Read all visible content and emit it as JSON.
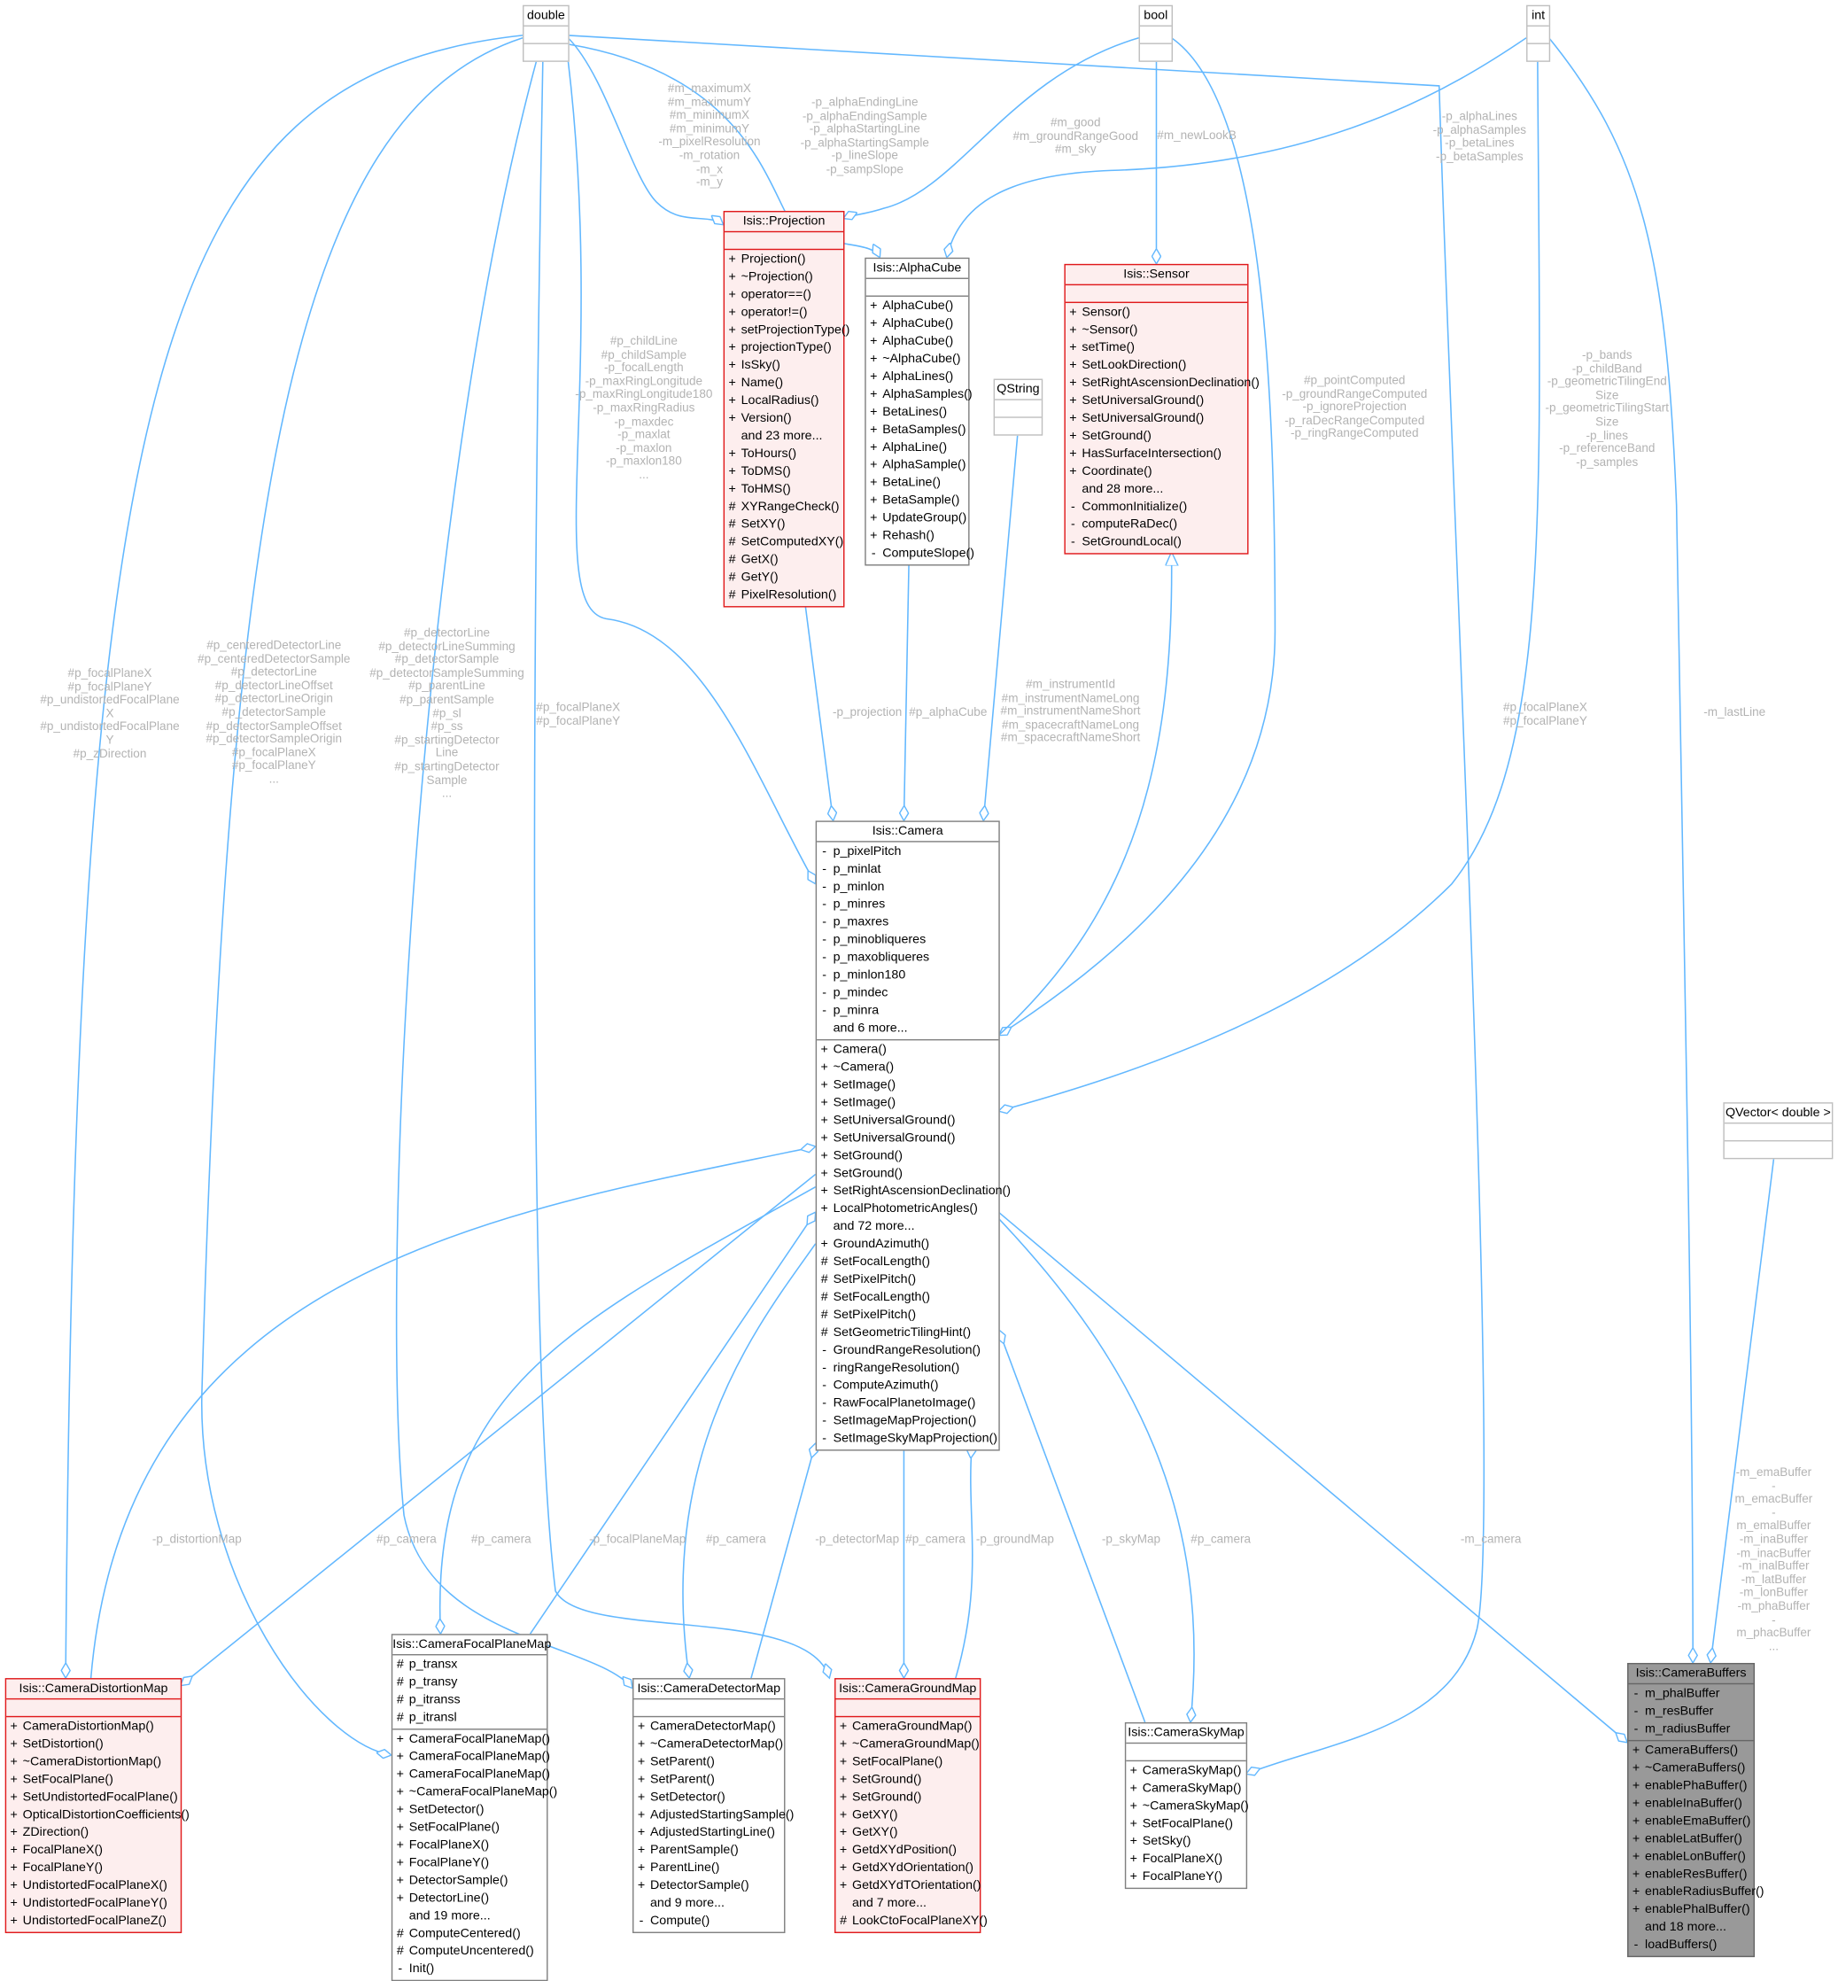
{
  "classes": {
    "double": {
      "title": "double",
      "style": "plain",
      "attributes": [],
      "methods": []
    },
    "bool": {
      "title": "bool",
      "style": "plain",
      "attributes": [],
      "methods": []
    },
    "int": {
      "title": "int",
      "style": "plain",
      "attributes": [],
      "methods": []
    },
    "qstring": {
      "title": "QString",
      "style": "plain",
      "attributes": [],
      "methods": []
    },
    "qvector": {
      "title": "QVector< double >",
      "style": "plain",
      "attributes": [],
      "methods": []
    },
    "projection": {
      "title": "Isis::Projection",
      "style": "red",
      "attributes": [],
      "methods": [
        [
          "+",
          "Projection()"
        ],
        [
          "+",
          "~Projection()"
        ],
        [
          "+",
          "operator==()"
        ],
        [
          "+",
          "operator!=()"
        ],
        [
          "+",
          "setProjectionType()"
        ],
        [
          "+",
          "projectionType()"
        ],
        [
          "+",
          "IsSky()"
        ],
        [
          "+",
          "Name()"
        ],
        [
          "+",
          "LocalRadius()"
        ],
        [
          "+",
          "Version()"
        ],
        [
          "",
          "and 23 more..."
        ],
        [
          "+",
          "ToHours()"
        ],
        [
          "+",
          "ToDMS()"
        ],
        [
          "+",
          "ToHMS()"
        ],
        [
          "#",
          "XYRangeCheck()"
        ],
        [
          "#",
          "SetXY()"
        ],
        [
          "#",
          "SetComputedXY()"
        ],
        [
          "#",
          "GetX()"
        ],
        [
          "#",
          "GetY()"
        ],
        [
          "#",
          "PixelResolution()"
        ]
      ]
    },
    "alphacube": {
      "title": "Isis::AlphaCube",
      "style": "normal",
      "attributes": [],
      "methods": [
        [
          "+",
          "AlphaCube()"
        ],
        [
          "+",
          "AlphaCube()"
        ],
        [
          "+",
          "AlphaCube()"
        ],
        [
          "+",
          "~AlphaCube()"
        ],
        [
          "+",
          "AlphaLines()"
        ],
        [
          "+",
          "AlphaSamples()"
        ],
        [
          "+",
          "BetaLines()"
        ],
        [
          "+",
          "BetaSamples()"
        ],
        [
          "+",
          "AlphaLine()"
        ],
        [
          "+",
          "AlphaSample()"
        ],
        [
          "+",
          "BetaLine()"
        ],
        [
          "+",
          "BetaSample()"
        ],
        [
          "+",
          "UpdateGroup()"
        ],
        [
          "+",
          "Rehash()"
        ],
        [
          "-",
          "ComputeSlope()"
        ]
      ]
    },
    "sensor": {
      "title": "Isis::Sensor",
      "style": "red",
      "attributes": [],
      "methods": [
        [
          "+",
          "Sensor()"
        ],
        [
          "+",
          "~Sensor()"
        ],
        [
          "+",
          "setTime()"
        ],
        [
          "+",
          "SetLookDirection()"
        ],
        [
          "+",
          "SetRightAscensionDeclination()"
        ],
        [
          "+",
          "SetUniversalGround()"
        ],
        [
          "+",
          "SetUniversalGround()"
        ],
        [
          "+",
          "SetGround()"
        ],
        [
          "+",
          "HasSurfaceIntersection()"
        ],
        [
          "+",
          "Coordinate()"
        ],
        [
          "",
          "and 28 more..."
        ],
        [
          "-",
          "CommonInitialize()"
        ],
        [
          "-",
          "computeRaDec()"
        ],
        [
          "-",
          "SetGroundLocal()"
        ]
      ]
    },
    "camera": {
      "title": "Isis::Camera",
      "style": "normal",
      "attributes": [
        [
          "-",
          "p_pixelPitch"
        ],
        [
          "-",
          "p_minlat"
        ],
        [
          "-",
          "p_minlon"
        ],
        [
          "-",
          "p_minres"
        ],
        [
          "-",
          "p_maxres"
        ],
        [
          "-",
          "p_minobliqueres"
        ],
        [
          "-",
          "p_maxobliqueres"
        ],
        [
          "-",
          "p_minlon180"
        ],
        [
          "-",
          "p_mindec"
        ],
        [
          "-",
          "p_minra"
        ],
        [
          "",
          "and 6 more..."
        ]
      ],
      "methods": [
        [
          "+",
          "Camera()"
        ],
        [
          "+",
          "~Camera()"
        ],
        [
          "+",
          "SetImage()"
        ],
        [
          "+",
          "SetImage()"
        ],
        [
          "+",
          "SetUniversalGround()"
        ],
        [
          "+",
          "SetUniversalGround()"
        ],
        [
          "+",
          "SetGround()"
        ],
        [
          "+",
          "SetGround()"
        ],
        [
          "+",
          "SetRightAscensionDeclination()"
        ],
        [
          "+",
          "LocalPhotometricAngles()"
        ],
        [
          "",
          "and 72 more..."
        ],
        [
          "+",
          "GroundAzimuth()"
        ],
        [
          "#",
          "SetFocalLength()"
        ],
        [
          "#",
          "SetPixelPitch()"
        ],
        [
          "#",
          "SetFocalLength()"
        ],
        [
          "#",
          "SetPixelPitch()"
        ],
        [
          "#",
          "SetGeometricTilingHint()"
        ],
        [
          "-",
          "GroundRangeResolution()"
        ],
        [
          "-",
          "ringRangeResolution()"
        ],
        [
          "-",
          "ComputeAzimuth()"
        ],
        [
          "-",
          "RawFocalPlanetoImage()"
        ],
        [
          "-",
          "SetImageMapProjection()"
        ],
        [
          "-",
          "SetImageSkyMapProjection()"
        ]
      ]
    },
    "distortion": {
      "title": "Isis::CameraDistortionMap",
      "style": "red",
      "attributes": [],
      "methods": [
        [
          "+",
          "CameraDistortionMap()"
        ],
        [
          "+",
          "SetDistortion()"
        ],
        [
          "+",
          "~CameraDistortionMap()"
        ],
        [
          "+",
          "SetFocalPlane()"
        ],
        [
          "+",
          "SetUndistortedFocalPlane()"
        ],
        [
          "+",
          "OpticalDistortionCoefficients()"
        ],
        [
          "+",
          "ZDirection()"
        ],
        [
          "+",
          "FocalPlaneX()"
        ],
        [
          "+",
          "FocalPlaneY()"
        ],
        [
          "+",
          "UndistortedFocalPlaneX()"
        ],
        [
          "+",
          "UndistortedFocalPlaneY()"
        ],
        [
          "+",
          "UndistortedFocalPlaneZ()"
        ]
      ]
    },
    "focalplane": {
      "title": "Isis::CameraFocalPlaneMap",
      "style": "normal",
      "attributes": [
        [
          "#",
          "p_transx"
        ],
        [
          "#",
          "p_transy"
        ],
        [
          "#",
          "p_itranss"
        ],
        [
          "#",
          "p_itransl"
        ]
      ],
      "methods": [
        [
          "+",
          "CameraFocalPlaneMap()"
        ],
        [
          "+",
          "CameraFocalPlaneMap()"
        ],
        [
          "+",
          "CameraFocalPlaneMap()"
        ],
        [
          "+",
          "~CameraFocalPlaneMap()"
        ],
        [
          "+",
          "SetDetector()"
        ],
        [
          "+",
          "SetFocalPlane()"
        ],
        [
          "+",
          "FocalPlaneX()"
        ],
        [
          "+",
          "FocalPlaneY()"
        ],
        [
          "+",
          "DetectorSample()"
        ],
        [
          "+",
          "DetectorLine()"
        ],
        [
          "",
          "and 19 more..."
        ],
        [
          "#",
          "ComputeCentered()"
        ],
        [
          "#",
          "ComputeUncentered()"
        ],
        [
          "-",
          "Init()"
        ]
      ]
    },
    "detector": {
      "title": "Isis::CameraDetectorMap",
      "style": "normal",
      "attributes": [],
      "methods": [
        [
          "+",
          "CameraDetectorMap()"
        ],
        [
          "+",
          "~CameraDetectorMap()"
        ],
        [
          "+",
          "SetParent()"
        ],
        [
          "+",
          "SetParent()"
        ],
        [
          "+",
          "SetDetector()"
        ],
        [
          "+",
          "AdjustedStartingSample()"
        ],
        [
          "+",
          "AdjustedStartingLine()"
        ],
        [
          "+",
          "ParentSample()"
        ],
        [
          "+",
          "ParentLine()"
        ],
        [
          "+",
          "DetectorSample()"
        ],
        [
          "",
          "and 9 more..."
        ],
        [
          "-",
          "Compute()"
        ]
      ]
    },
    "ground": {
      "title": "Isis::CameraGroundMap",
      "style": "red",
      "attributes": [],
      "methods": [
        [
          "+",
          "CameraGroundMap()"
        ],
        [
          "+",
          "~CameraGroundMap()"
        ],
        [
          "+",
          "SetFocalPlane()"
        ],
        [
          "+",
          "SetGround()"
        ],
        [
          "+",
          "SetGround()"
        ],
        [
          "+",
          "GetXY()"
        ],
        [
          "+",
          "GetXY()"
        ],
        [
          "+",
          "GetdXYdPosition()"
        ],
        [
          "+",
          "GetdXYdOrientation()"
        ],
        [
          "+",
          "GetdXYdTOrientation()"
        ],
        [
          "",
          "and 7 more..."
        ],
        [
          "#",
          "LookCtoFocalPlaneXY()"
        ]
      ]
    },
    "sky": {
      "title": "Isis::CameraSkyMap",
      "style": "normal",
      "attributes": [],
      "methods": [
        [
          "+",
          "CameraSkyMap()"
        ],
        [
          "+",
          "CameraSkyMap()"
        ],
        [
          "+",
          "~CameraSkyMap()"
        ],
        [
          "+",
          "SetFocalPlane()"
        ],
        [
          "+",
          "SetSky()"
        ],
        [
          "+",
          "FocalPlaneX()"
        ],
        [
          "+",
          "FocalPlaneY()"
        ]
      ]
    },
    "buffers": {
      "title": "Isis::CameraBuffers",
      "style": "gray",
      "attributes": [
        [
          "-",
          "m_phalBuffer"
        ],
        [
          "-",
          "m_resBuffer"
        ],
        [
          "-",
          "m_radiusBuffer"
        ]
      ],
      "methods": [
        [
          "+",
          "CameraBuffers()"
        ],
        [
          "+",
          "~CameraBuffers()"
        ],
        [
          "+",
          "enablePhaBuffer()"
        ],
        [
          "+",
          "enableInaBuffer()"
        ],
        [
          "+",
          "enableEmaBuffer()"
        ],
        [
          "+",
          "enableLatBuffer()"
        ],
        [
          "+",
          "enableLonBuffer()"
        ],
        [
          "+",
          "enableResBuffer()"
        ],
        [
          "+",
          "enableRadiusBuffer()"
        ],
        [
          "+",
          "enablePhalBuffer()"
        ],
        [
          "",
          "and 18 more..."
        ],
        [
          "-",
          "loadBuffers()"
        ]
      ]
    }
  },
  "edges": [
    {
      "label": "#m_maximumX\n#m_maximumY\n#m_minimumX\n#m_minimumY\n-m_pixelResolution\n-m_rotation\n-m_x\n-m_y"
    },
    {
      "label": "-p_alphaEndingLine\n-p_alphaEndingSample\n-p_alphaStartingLine\n-p_alphaStartingSample\n-p_lineSlope\n-p_sampSlope"
    },
    {
      "label": "#m_good\n#m_groundRangeGood\n#m_sky"
    },
    {
      "label": "#m_newLookB"
    },
    {
      "label": "-p_alphaLines\n-p_alphaSamples\n-p_betaLines\n-p_betaSamples"
    },
    {
      "label": "#p_childLine\n#p_childSample\n-p_focalLength\n-p_maxRingLongitude\n-p_maxRingLongitude180\n-p_maxRingRadius\n-p_maxdec\n-p_maxlat\n-p_maxlon\n-p_maxlon180\n..."
    },
    {
      "label": "#p_pointComputed\n-p_groundRangeComputed\n-p_ignoreProjection\n-p_raDecRangeComputed\n-p_ringRangeComputed"
    },
    {
      "label": "-p_bands\n-p_childBand\n-p_geometricTilingEnd\nSize\n-p_geometricTilingStart\nSize\n-p_lines\n-p_referenceBand\n-p_samples"
    },
    {
      "label": "#p_focalPlaneX\n#p_focalPlaneY\n#p_undistortedFocalPlane\nX\n#p_undistortedFocalPlane\nY\n#p_zDirection"
    },
    {
      "label": "#p_centeredDetectorLine\n#p_centeredDetectorSample\n#p_detectorLine\n#p_detectorLineOffset\n#p_detectorLineOrigin\n#p_detectorSample\n#p_detectorSampleOffset\n#p_detectorSampleOrigin\n#p_focalPlaneX\n#p_focalPlaneY\n..."
    },
    {
      "label": "#p_detectorLine\n#p_detectorLineSumming\n#p_detectorSample\n#p_detectorSampleSumming\n#p_parentLine\n#p_parentSample\n#p_sl\n#p_ss\n#p_startingDetector\nLine\n#p_startingDetector\nSample\n..."
    },
    {
      "label": "#p_focalPlaneX\n#p_focalPlaneY"
    },
    {
      "label": "#p_focalPlaneX\n#p_focalPlaneY"
    },
    {
      "label": "-m_lastLine"
    },
    {
      "label": "-p_projection"
    },
    {
      "label": "#p_alphaCube"
    },
    {
      "label": "#m_instrumentId\n#m_instrumentNameLong\n#m_instrumentNameShort\n#m_spacecraftNameLong\n#m_spacecraftNameShort"
    },
    {
      "label": "-p_distortionMap"
    },
    {
      "label": "#p_camera"
    },
    {
      "label": "#p_camera"
    },
    {
      "label": "-p_focalPlaneMap"
    },
    {
      "label": "#p_camera"
    },
    {
      "label": "-p_detectorMap"
    },
    {
      "label": "#p_camera"
    },
    {
      "label": "-p_groundMap"
    },
    {
      "label": "-p_skyMap"
    },
    {
      "label": "#p_camera"
    },
    {
      "label": "-m_camera"
    },
    {
      "label": "-m_emaBuffer\n-m_emacBuffer\n-m_emalBuffer\n-m_inaBuffer\n-m_inacBuffer\n-m_inalBuffer\n-m_latBuffer\n-m_lonBuffer\n-m_phaBuffer\n-m_phacBuffer\n..."
    }
  ],
  "colors": {
    "edge": "#63b8ff",
    "label": "#b3b3b3",
    "highlight_border": "#e0191b",
    "highlight_fill": "#fdeeee",
    "focus_fill": "#999999"
  }
}
